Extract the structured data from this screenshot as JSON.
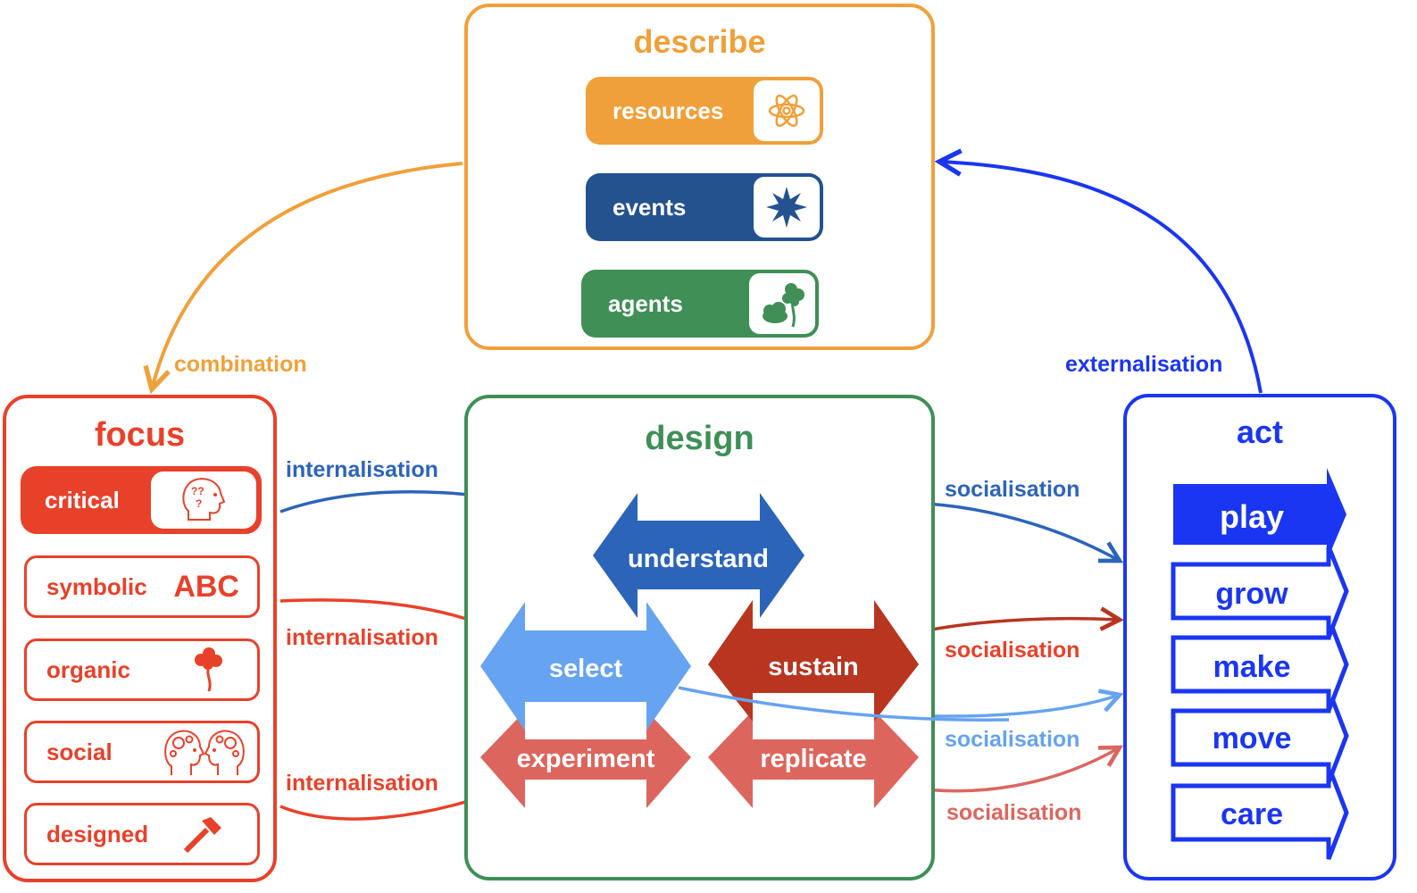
{
  "colors": {
    "orange": "#f0a03a",
    "red": "#e8412a",
    "green": "#3f8f56",
    "blue_dark": "#2c64b9",
    "blue_light": "#66a3f0",
    "navy": "#24528f",
    "act_blue": "#1a36f2",
    "brick": "#b83520",
    "salmon": "#dc665e"
  },
  "describe": {
    "title": "describe",
    "items": [
      {
        "label": "resources",
        "icon": "atom-icon"
      },
      {
        "label": "events",
        "icon": "star-burst-icon"
      },
      {
        "label": "agents",
        "icon": "cloud-tree-icon"
      }
    ]
  },
  "focus": {
    "title": "focus",
    "items": [
      {
        "label": "critical",
        "icon": "head-question-icon",
        "selected": true
      },
      {
        "label": "symbolic",
        "icon_text": "ABC",
        "icon": "abc-icon"
      },
      {
        "label": "organic",
        "icon": "tree-icon"
      },
      {
        "label": "social",
        "icon": "two-heads-gears-icon"
      },
      {
        "label": "designed",
        "icon": "hammer-icon"
      }
    ]
  },
  "design": {
    "title": "design",
    "arrows": [
      {
        "label": "understand"
      },
      {
        "label": "select"
      },
      {
        "label": "sustain"
      },
      {
        "label": "experiment"
      },
      {
        "label": "replicate"
      }
    ]
  },
  "act": {
    "title": "act",
    "items": [
      {
        "label": "play",
        "filled": true
      },
      {
        "label": "grow",
        "filled": false
      },
      {
        "label": "make",
        "filled": false
      },
      {
        "label": "move",
        "filled": false
      },
      {
        "label": "care",
        "filled": false
      }
    ]
  },
  "flows": {
    "combination": "combination",
    "externalisation": "externalisation",
    "internalisation_1": "internalisation",
    "internalisation_2": "internalisation",
    "internalisation_3": "internalisation",
    "socialisation_1": "socialisation",
    "socialisation_2": "socialisation",
    "socialisation_3": "socialisation",
    "socialisation_4": "socialisation"
  }
}
